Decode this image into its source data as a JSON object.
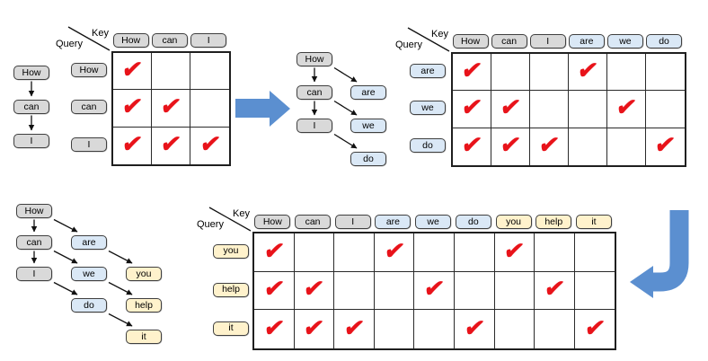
{
  "labels": {
    "key": "Key",
    "query": "Query"
  },
  "glyphs": {
    "check": "✔"
  },
  "colors": {
    "box_gray": "#d9d9d9",
    "box_blue": "#dae8f6",
    "box_yellow": "#fff2cc",
    "box_border": "#3f3f3f",
    "check_red": "#e8131a",
    "big_arrow_blue": "#5b8fd0",
    "edge_black": "#111111"
  },
  "stage1": {
    "chain": {
      "nodes": [
        {
          "label": "How",
          "color": "gray",
          "r": 0,
          "c": 0
        },
        {
          "label": "can",
          "color": "gray",
          "r": 1,
          "c": 0
        },
        {
          "label": "I",
          "color": "gray",
          "r": 2,
          "c": 0
        }
      ],
      "edges": [
        [
          0,
          1
        ],
        [
          1,
          2
        ]
      ]
    },
    "matrix": {
      "keys": [
        {
          "label": "How",
          "color": "gray"
        },
        {
          "label": "can",
          "color": "gray"
        },
        {
          "label": "I",
          "color": "gray"
        }
      ],
      "queries": [
        {
          "label": "How",
          "color": "gray"
        },
        {
          "label": "can",
          "color": "gray"
        },
        {
          "label": "I",
          "color": "gray"
        }
      ],
      "checks": [
        [
          1,
          0,
          0
        ],
        [
          1,
          1,
          0
        ],
        [
          1,
          1,
          1
        ]
      ]
    }
  },
  "stage2": {
    "chain": {
      "nodes": [
        {
          "label": "How",
          "color": "gray",
          "r": 0,
          "c": 0
        },
        {
          "label": "can",
          "color": "gray",
          "r": 1,
          "c": 0
        },
        {
          "label": "are",
          "color": "blue",
          "r": 1,
          "c": 1
        },
        {
          "label": "I",
          "color": "gray",
          "r": 2,
          "c": 0
        },
        {
          "label": "we",
          "color": "blue",
          "r": 2,
          "c": 1
        },
        {
          "label": "do",
          "color": "blue",
          "r": 3,
          "c": 1
        }
      ],
      "edges": [
        [
          0,
          1
        ],
        [
          0,
          2
        ],
        [
          1,
          3
        ],
        [
          1,
          4
        ],
        [
          3,
          5
        ]
      ]
    },
    "matrix": {
      "keys": [
        {
          "label": "How",
          "color": "gray"
        },
        {
          "label": "can",
          "color": "gray"
        },
        {
          "label": "I",
          "color": "gray"
        },
        {
          "label": "are",
          "color": "blue"
        },
        {
          "label": "we",
          "color": "blue"
        },
        {
          "label": "do",
          "color": "blue"
        }
      ],
      "queries": [
        {
          "label": "are",
          "color": "blue"
        },
        {
          "label": "we",
          "color": "blue"
        },
        {
          "label": "do",
          "color": "blue"
        }
      ],
      "checks": [
        [
          1,
          0,
          0,
          1,
          0,
          0
        ],
        [
          1,
          1,
          0,
          0,
          1,
          0
        ],
        [
          1,
          1,
          1,
          0,
          0,
          1
        ]
      ]
    }
  },
  "stage3": {
    "chain": {
      "nodes": [
        {
          "label": "How",
          "color": "gray",
          "r": 0,
          "c": 0
        },
        {
          "label": "can",
          "color": "gray",
          "r": 1,
          "c": 0
        },
        {
          "label": "are",
          "color": "blue",
          "r": 1,
          "c": 1
        },
        {
          "label": "I",
          "color": "gray",
          "r": 2,
          "c": 0
        },
        {
          "label": "we",
          "color": "blue",
          "r": 2,
          "c": 1
        },
        {
          "label": "you",
          "color": "yellow",
          "r": 2,
          "c": 2
        },
        {
          "label": "do",
          "color": "blue",
          "r": 3,
          "c": 1
        },
        {
          "label": "help",
          "color": "yellow",
          "r": 3,
          "c": 2
        },
        {
          "label": "it",
          "color": "yellow",
          "r": 4,
          "c": 2
        }
      ],
      "edges": [
        [
          0,
          1
        ],
        [
          0,
          2
        ],
        [
          1,
          3
        ],
        [
          1,
          4
        ],
        [
          3,
          6
        ],
        [
          2,
          5
        ],
        [
          4,
          7
        ],
        [
          6,
          8
        ]
      ]
    },
    "matrix": {
      "keys": [
        {
          "label": "How",
          "color": "gray"
        },
        {
          "label": "can",
          "color": "gray"
        },
        {
          "label": "I",
          "color": "gray"
        },
        {
          "label": "are",
          "color": "blue"
        },
        {
          "label": "we",
          "color": "blue"
        },
        {
          "label": "do",
          "color": "blue"
        },
        {
          "label": "you",
          "color": "yellow"
        },
        {
          "label": "help",
          "color": "yellow"
        },
        {
          "label": "it",
          "color": "yellow"
        }
      ],
      "queries": [
        {
          "label": "you",
          "color": "yellow"
        },
        {
          "label": "help",
          "color": "yellow"
        },
        {
          "label": "it",
          "color": "yellow"
        }
      ],
      "checks": [
        [
          1,
          0,
          0,
          1,
          0,
          0,
          1,
          0,
          0
        ],
        [
          1,
          1,
          0,
          0,
          1,
          0,
          0,
          1,
          0
        ],
        [
          1,
          1,
          1,
          0,
          0,
          1,
          0,
          0,
          1
        ]
      ]
    }
  }
}
